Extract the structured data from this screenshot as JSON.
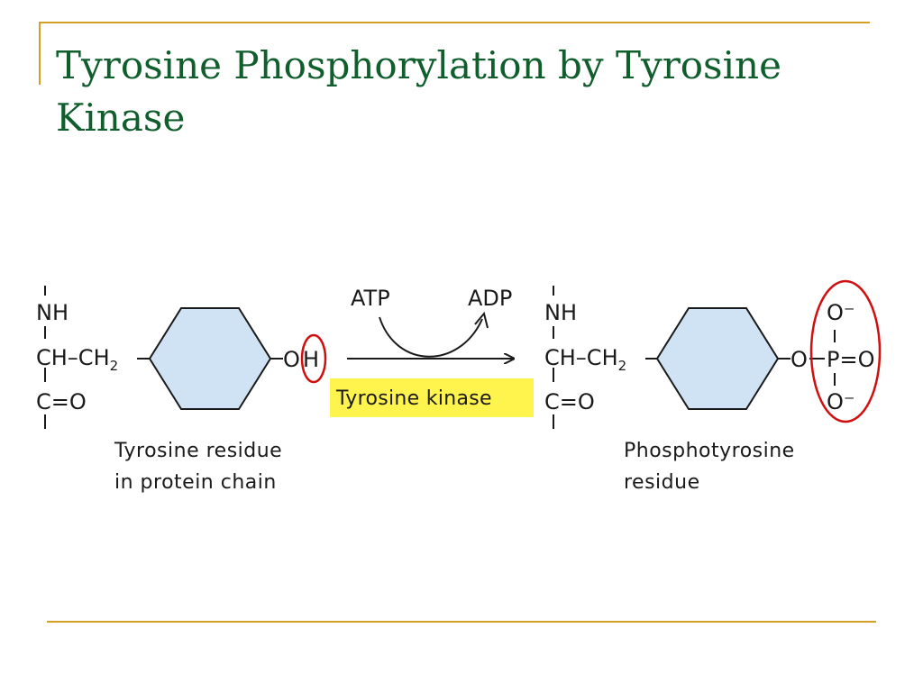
{
  "slide": {
    "title": "Tyrosine Phosphorylation by Tyrosine Kinase"
  },
  "reaction": {
    "reactant": {
      "nh": "NH",
      "ch_ch2": "CH–CH",
      "ch2_subscript": "2",
      "carbonyl": "C=O",
      "oxygen": "O",
      "hydrogen": "H",
      "caption_line1": "Tyrosine residue",
      "caption_line2": "in protein chain"
    },
    "cofactor_in": "ATP",
    "cofactor_out": "ADP",
    "enzyme": "Tyrosine kinase",
    "product": {
      "nh": "NH",
      "ch_ch2": "CH–CH",
      "ch2_subscript": "2",
      "carbonyl": "C=O",
      "bridge_oxygen": "O",
      "phosphate_top": "O⁻",
      "phosphorus": "P=O",
      "phosphate_bottom": "O⁻",
      "caption_line1": "Phosphotyrosine",
      "caption_line2": "residue"
    }
  },
  "colors": {
    "title": "#0f5e2c",
    "frame_accent": "#d4a126",
    "ring_fill": "#cfe3f5",
    "highlight": "#fff34d",
    "circle_marker": "#d01010"
  }
}
